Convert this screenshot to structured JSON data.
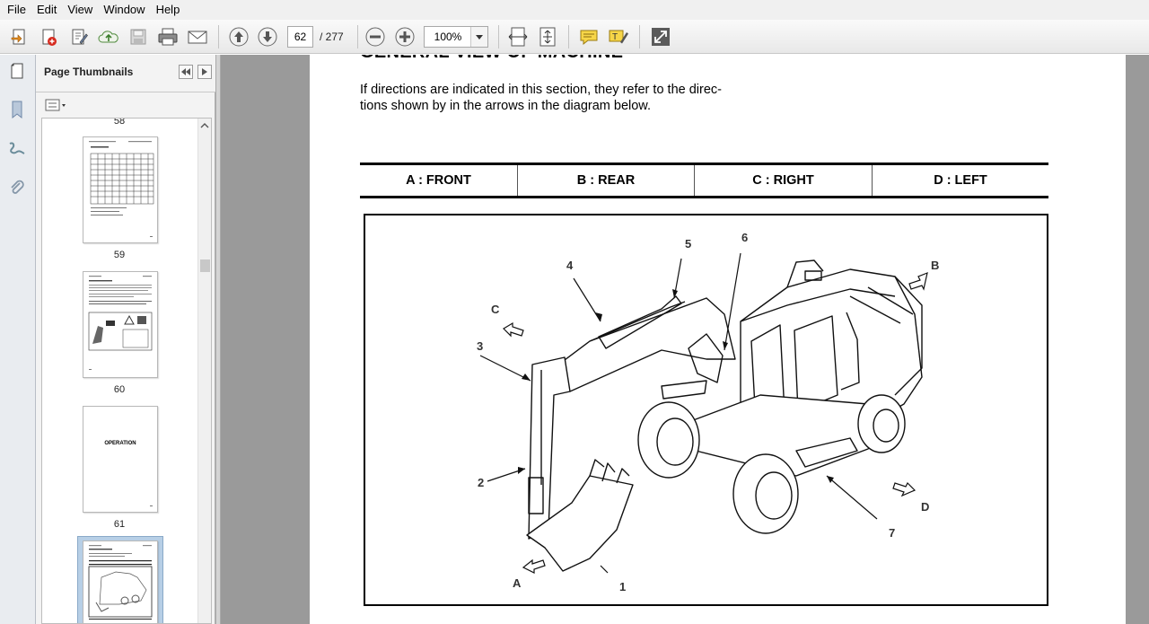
{
  "menu": [
    "File",
    "Edit",
    "View",
    "Window",
    "Help"
  ],
  "toolbar": {
    "page_current": "62",
    "page_total": "/ 277",
    "zoom": "100%"
  },
  "panel": {
    "title": "Page Thumbnails",
    "thumbnails": [
      {
        "label": "58"
      },
      {
        "label": "59"
      },
      {
        "label": "60",
        "text": "OPERATION"
      },
      {
        "label": "61"
      }
    ]
  },
  "document": {
    "heading": "GENERAL VIEW OF MACHINE",
    "paragraph_line1": "If directions are indicated in this section, they refer to the direc-",
    "paragraph_line2": "tions shown by in the arrows in the diagram below.",
    "directions": [
      "A : FRONT",
      "B : REAR",
      "C : RIGHT",
      "D : LEFT"
    ],
    "callouts": [
      "1",
      "2",
      "3",
      "4",
      "5",
      "6",
      "7"
    ],
    "arrow_letters": [
      "A",
      "B",
      "C",
      "D"
    ]
  }
}
